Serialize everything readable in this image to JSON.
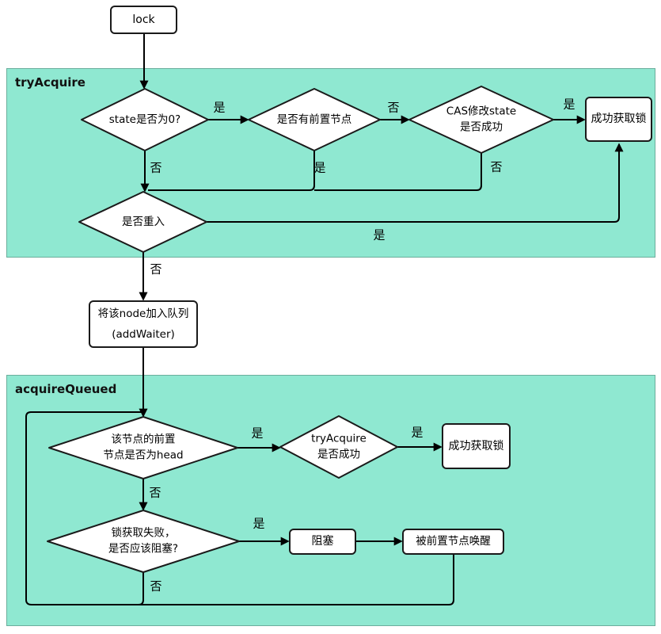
{
  "regions": {
    "tryAcquire": "tryAcquire",
    "acquireQueued": "acquireQueued"
  },
  "nodes": {
    "lock": "lock",
    "state_check": "state是否为0?",
    "pred_check": "是否有前置节点",
    "cas_check": "CAS修改state\n是否成功",
    "acquired_1": "成功获取锁",
    "reentrant_check": "是否重入",
    "add_waiter": "将该node加入队列\n(addWaiter)",
    "head_check": "该节点的前置\n节点是否为head",
    "try_acquire_check": "tryAcquire\n是否成功",
    "acquired_2": "成功获取锁",
    "should_block_check": "锁获取失败，\n是否应该阻塞?",
    "block": "阻塞",
    "woken": "被前置节点唤醒"
  },
  "edge_labels": {
    "state_yes": "是",
    "state_no": "否",
    "pred_yes": "是",
    "pred_no": "否",
    "cas_yes": "是",
    "cas_no": "否",
    "reentrant_yes": "是",
    "reentrant_no": "否",
    "head_yes": "是",
    "head_no": "否",
    "tryacquire_yes": "是",
    "block_yes": "是",
    "block_no": "否"
  },
  "colors": {
    "region_fill": "#8FE8D1",
    "shape_border": "#1A1A1A",
    "edge": "#000000"
  }
}
